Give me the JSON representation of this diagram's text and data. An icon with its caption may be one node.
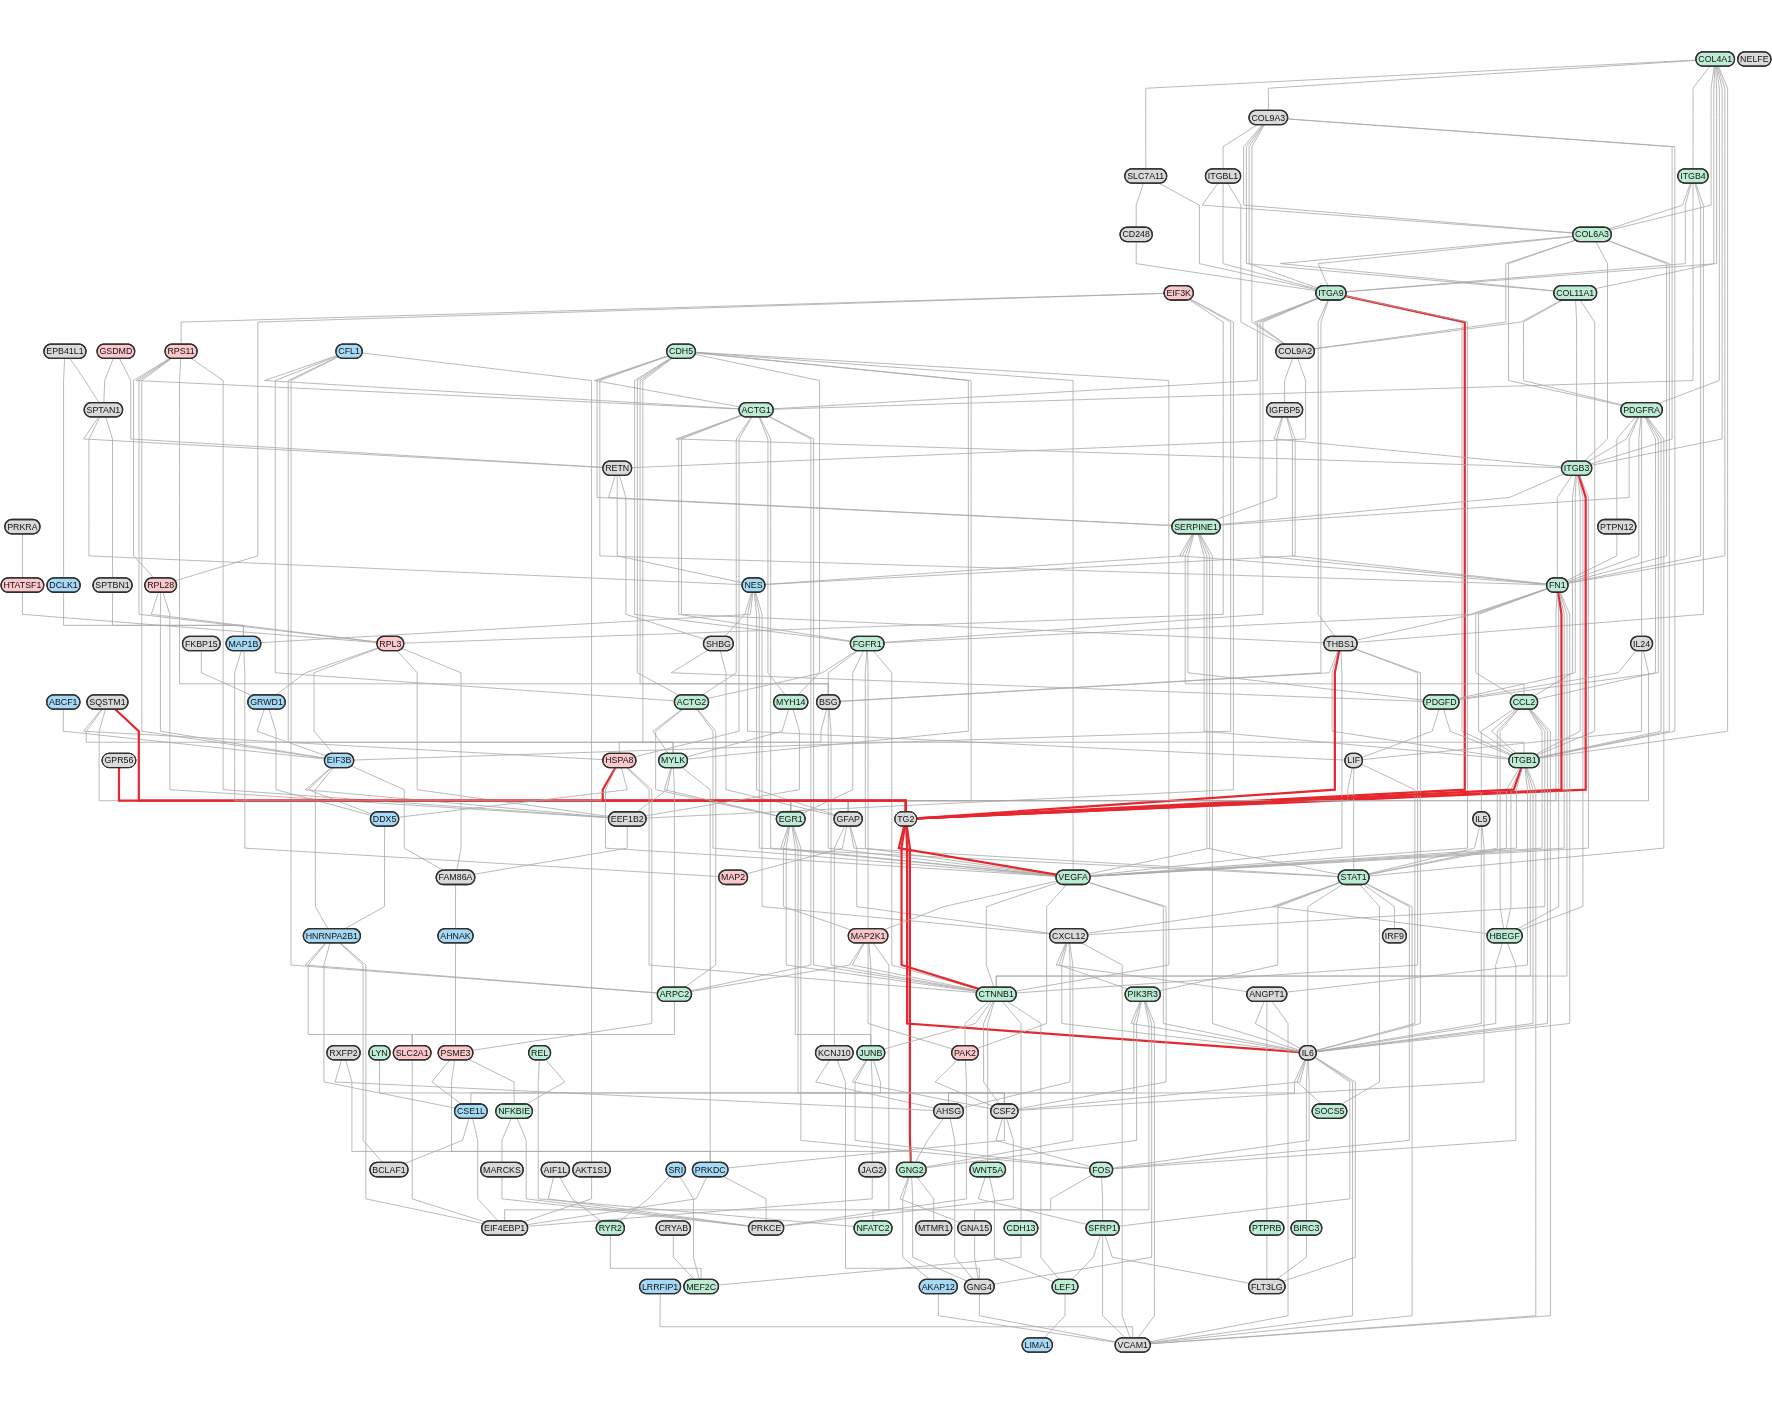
{
  "diagram": {
    "nodes": [
      {
        "text": [
          "COL4A1"
        ]
      },
      {
        "text": [
          "SLC7A11"
        ]
      },
      {
        "text": [
          "COL9A3"
        ]
      },
      {
        "text": [
          "CD248"
        ]
      },
      {
        "text": [
          "PRKRA"
        ]
      },
      {
        "text": [
          "ITGBL1"
        ]
      },
      {
        "text": [
          "EPB41L1"
        ]
      },
      {
        "text": [
          "HTATSF1"
        ]
      },
      {
        "text": [
          "EIF3K"
        ]
      },
      {
        "text": [
          "ITGB4"
        ]
      },
      {
        "text": [
          "COL6A3"
        ]
      },
      {
        "text": [
          "GSDMD"
        ]
      },
      {
        "text": [
          "COL11A1"
        ]
      },
      {
        "text": [
          "ITGA9"
        ]
      },
      {
        "text": [
          "COL9A2"
        ]
      },
      {
        "text": [
          "ABCF1"
        ]
      },
      {
        "text": [
          "RPS11"
        ]
      },
      {
        "text": [
          "CFL1"
        ]
      },
      {
        "text": [
          "PDGFRA"
        ]
      },
      {
        "text": [
          "IGFBP5"
        ]
      },
      {
        "text": [
          "DCLK1"
        ]
      },
      {
        "text": [
          "SPTAN1"
        ]
      },
      {
        "text": [
          "PTPN12"
        ]
      },
      {
        "text": [
          "RETN"
        ]
      },
      {
        "text": [
          "RPL28"
        ]
      },
      {
        "text": [
          "CDH5"
        ]
      },
      {
        "text": [
          "ACTG1"
        ]
      },
      {
        "text": [
          "ITGB3"
        ]
      },
      {
        "text": [
          "SERPINE1"
        ]
      },
      {
        "text": [
          "SQSTM1"
        ]
      },
      {
        "text": [
          "FN1"
        ]
      },
      {
        "text": [
          "FGFR1"
        ]
      },
      {
        "text": [
          "IL24"
        ]
      },
      {
        "text": [
          "NES"
        ]
      },
      {
        "text": [
          "SHBG"
        ]
      },
      {
        "text": [
          "RPL3"
        ]
      },
      {
        "text": [
          "SPTBN1"
        ]
      },
      {
        "text": [
          "FKBP15"
        ]
      },
      {
        "text": [
          "GRWD1"
        ]
      },
      {
        "text": [
          "THBS1"
        ]
      },
      {
        "text": [
          "CCL2"
        ]
      },
      {
        "text": [
          "PDGFD"
        ]
      },
      {
        "text": [
          "ACTG2"
        ]
      },
      {
        "text": [
          "EIF3B"
        ]
      },
      {
        "text": [
          "BSG"
        ]
      },
      {
        "text": [
          "GPR56"
        ]
      },
      {
        "text": [
          "LIF"
        ]
      },
      {
        "text": [
          "MAP1B"
        ]
      },
      {
        "text": [
          "IL5"
        ]
      },
      {
        "text": [
          "ITGB1"
        ]
      },
      {
        "text": [
          "HSPA8"
        ]
      },
      {
        "text": [
          "MYH14"
        ]
      },
      {
        "text": [
          "MYLK"
        ]
      },
      {
        "text": [
          "EGR1"
        ]
      },
      {
        "text": [
          "GFAP"
        ]
      },
      {
        "text": [
          "KCNJ10"
        ]
      },
      {
        "text": [
          "EEF1B2"
        ]
      },
      {
        "text": [
          "MAP2"
        ]
      },
      {
        "text": [
          "STAT1"
        ]
      },
      {
        "text": [
          "HBEGF"
        ]
      },
      {
        "text": [
          "TG2"
        ]
      },
      {
        "text": [
          "VEGFA"
        ]
      },
      {
        "text": [
          "DDX5"
        ]
      },
      {
        "text": [
          "MAP2K1"
        ]
      },
      {
        "text": [
          "CXCL12"
        ]
      },
      {
        "text": [
          "HNRNPA2B1"
        ]
      },
      {
        "text": [
          "ARPC2"
        ]
      },
      {
        "text": [
          "ANGPT1"
        ]
      },
      {
        "text": [
          "FAM86A"
        ]
      },
      {
        "text": [
          "CTNNB1"
        ]
      },
      {
        "text": [
          "PIK3R3"
        ]
      },
      {
        "text": [
          "RXFP2"
        ]
      },
      {
        "text": [
          "PAK2"
        ]
      },
      {
        "text": [
          "IL6"
        ]
      },
      {
        "text": [
          "AHSG"
        ]
      },
      {
        "text": [
          "SOCS5"
        ]
      },
      {
        "text": [
          "LYN"
        ]
      },
      {
        "text": [
          "SLC2A1"
        ]
      },
      {
        "text": [
          "AKT1S1"
        ]
      },
      {
        "text": [
          "PTPRB"
        ]
      },
      {
        "text": [
          "LRRFIP1"
        ]
      },
      {
        "text": [
          "JUNB"
        ]
      },
      {
        "text": [
          "AHNAK"
        ]
      },
      {
        "text": [
          "CSF2"
        ]
      },
      {
        "text": [
          "IRF9"
        ]
      },
      {
        "text": [
          "REL"
        ]
      },
      {
        "text": [
          "GNG2"
        ]
      },
      {
        "text": [
          "GNA15"
        ]
      },
      {
        "text": [
          "CRYAB"
        ]
      },
      {
        "text": [
          "BIRC3"
        ]
      },
      {
        "text": [
          "AKAP12"
        ]
      },
      {
        "text": [
          "FOS"
        ]
      },
      {
        "text": [
          "NFATC2"
        ]
      },
      {
        "text": [
          "NELFE"
        ]
      },
      {
        "text": [
          "JAG2"
        ]
      },
      {
        "text": [
          "WNT5A"
        ]
      },
      {
        "text": [
          "PSME3"
        ]
      },
      {
        "text": [
          "GNG4"
        ]
      },
      {
        "text": [
          "CSE1L"
        ]
      },
      {
        "text": [
          "SFRP1"
        ]
      },
      {
        "text": [
          "BCLAF1"
        ]
      },
      {
        "text": [
          "PRKDC"
        ]
      },
      {
        "text": [
          "MTMR1"
        ]
      },
      {
        "text": [
          "CDH13"
        ]
      },
      {
        "text": [
          "LEF1"
        ]
      },
      {
        "text": [
          "VCAM1"
        ]
      },
      {
        "text": [
          "NFKBIE"
        ]
      },
      {
        "text": [
          "EIF4EBP1"
        ]
      },
      {
        "text": [
          "FLT3LG"
        ]
      },
      {
        "text": [
          "LIMA1"
        ]
      },
      {
        "text": [
          "AIF1L"
        ]
      },
      {
        "text": [
          "MARCKS"
        ]
      },
      {
        "text": [
          "PRKCE"
        ]
      },
      {
        "text": [
          "SRI"
        ]
      },
      {
        "text": [
          "RYR2"
        ]
      },
      {
        "text": [
          "MEF2C"
        ]
      }
    ],
    "edges": [
      {
        "from": 0,
        "to": 1,
        "arrow": "none"
      },
      {
        "from": 0,
        "to": 2,
        "arrow": "none"
      },
      {
        "from": 0,
        "to": 9,
        "arrow": "none"
      },
      {
        "from": 0,
        "to": 10,
        "arrow": "none"
      },
      {
        "from": 0,
        "to": 12,
        "arrow": "none"
      },
      {
        "from": 0,
        "to": 13,
        "arrow": "none"
      },
      {
        "from": 0,
        "to": 18,
        "arrow": "none"
      },
      {
        "from": 0,
        "to": 27,
        "arrow": "none"
      },
      {
        "from": 0,
        "to": 30,
        "arrow": "none"
      },
      {
        "from": 0,
        "to": 49,
        "arrow": "none"
      },
      {
        "from": 1,
        "to": 3,
        "arrow": "none"
      },
      {
        "from": 1,
        "to": 13,
        "arrow": "none"
      },
      {
        "from": 2,
        "to": 5,
        "arrow": "none"
      },
      {
        "from": 2,
        "to": 10,
        "arrow": "none"
      },
      {
        "from": 2,
        "to": 12,
        "arrow": "none"
      },
      {
        "from": 2,
        "to": 13,
        "arrow": "none"
      },
      {
        "from": 2,
        "to": 14,
        "arrow": "none"
      },
      {
        "from": 2,
        "to": 27,
        "arrow": "none"
      },
      {
        "from": 2,
        "to": 49,
        "arrow": "none"
      },
      {
        "from": 3,
        "to": 13,
        "arrow": "none"
      },
      {
        "from": 4,
        "to": 7,
        "arrow": "none"
      },
      {
        "from": 5,
        "to": 10,
        "arrow": "none"
      },
      {
        "from": 5,
        "to": 13,
        "arrow": "none"
      },
      {
        "from": 5,
        "to": 14,
        "arrow": "none"
      },
      {
        "from": 6,
        "to": 20,
        "arrow": "none"
      },
      {
        "from": 6,
        "to": 21,
        "arrow": "none"
      },
      {
        "from": 7,
        "to": 35,
        "arrow": "none"
      },
      {
        "from": 8,
        "to": 16,
        "arrow": "none"
      },
      {
        "from": 8,
        "to": 24,
        "arrow": "none"
      },
      {
        "from": 8,
        "to": 35,
        "arrow": "none"
      },
      {
        "from": 8,
        "to": 43,
        "arrow": "none"
      },
      {
        "from": 8,
        "to": 56,
        "arrow": "none"
      },
      {
        "from": 9,
        "to": 10,
        "arrow": "none"
      },
      {
        "from": 9,
        "to": 13,
        "arrow": "none"
      },
      {
        "from": 9,
        "to": 26,
        "arrow": "none"
      },
      {
        "from": 9,
        "to": 30,
        "arrow": "none"
      },
      {
        "from": 9,
        "to": 39,
        "arrow": "none"
      },
      {
        "from": 10,
        "to": 12,
        "arrow": "none"
      },
      {
        "from": 10,
        "to": 13,
        "arrow": "none"
      },
      {
        "from": 10,
        "to": 14,
        "arrow": "none"
      },
      {
        "from": 10,
        "to": 18,
        "arrow": "none"
      },
      {
        "from": 10,
        "to": 27,
        "arrow": "none"
      },
      {
        "from": 10,
        "to": 30,
        "arrow": "none"
      },
      {
        "from": 10,
        "to": 49,
        "arrow": "none"
      },
      {
        "from": 11,
        "to": 21,
        "arrow": "none"
      },
      {
        "from": 11,
        "to": 23,
        "arrow": "none"
      },
      {
        "from": 12,
        "to": 14,
        "arrow": "none"
      },
      {
        "from": 12,
        "to": 18,
        "arrow": "none"
      },
      {
        "from": 12,
        "to": 27,
        "arrow": "none"
      },
      {
        "from": 12,
        "to": 49,
        "arrow": "none"
      },
      {
        "from": 13,
        "to": 14,
        "arrow": "none"
      },
      {
        "from": 13,
        "to": 26,
        "arrow": "none"
      },
      {
        "from": 13,
        "to": 30,
        "arrow": "none"
      },
      {
        "from": 13,
        "to": 31,
        "arrow": "none"
      },
      {
        "from": 13,
        "to": 39,
        "arrow": "none"
      },
      {
        "from": 13,
        "to": 44,
        "arrow": "none"
      },
      {
        "from": 13,
        "to": 49,
        "arrow": "none"
      },
      {
        "from": 13,
        "to": 60,
        "arrow": "none",
        "color": "#e8262e"
      },
      {
        "from": 13,
        "to": 61,
        "arrow": "none"
      },
      {
        "from": 14,
        "to": 19,
        "arrow": "none"
      },
      {
        "from": 14,
        "to": 23,
        "arrow": "none"
      },
      {
        "from": 15,
        "to": 43,
        "arrow": "none"
      },
      {
        "from": 16,
        "to": 24,
        "arrow": "none"
      },
      {
        "from": 16,
        "to": 26,
        "arrow": "none"
      },
      {
        "from": 16,
        "to": 35,
        "arrow": "none"
      },
      {
        "from": 16,
        "to": 43,
        "arrow": "none"
      },
      {
        "from": 16,
        "to": 44,
        "arrow": "none"
      },
      {
        "from": 16,
        "to": 56,
        "arrow": "none"
      },
      {
        "from": 17,
        "to": 26,
        "arrow": "none"
      },
      {
        "from": 17,
        "to": 42,
        "arrow": "none"
      },
      {
        "from": 17,
        "to": 52,
        "arrow": "none"
      },
      {
        "from": 17,
        "to": 66,
        "arrow": "none"
      },
      {
        "from": 17,
        "to": 78,
        "arrow": "none"
      },
      {
        "from": 18,
        "to": 22,
        "arrow": "none"
      },
      {
        "from": 18,
        "to": 27,
        "arrow": "none"
      },
      {
        "from": 18,
        "to": 28,
        "arrow": "none"
      },
      {
        "from": 18,
        "to": 30,
        "arrow": "none"
      },
      {
        "from": 18,
        "to": 32,
        "arrow": "none"
      },
      {
        "from": 18,
        "to": 40,
        "arrow": "none"
      },
      {
        "from": 18,
        "to": 41,
        "arrow": "none"
      },
      {
        "from": 18,
        "to": 49,
        "arrow": "none"
      },
      {
        "from": 18,
        "to": 58,
        "arrow": "none"
      },
      {
        "from": 19,
        "to": 27,
        "arrow": "none"
      },
      {
        "from": 19,
        "to": 28,
        "arrow": "none"
      },
      {
        "from": 19,
        "to": 30,
        "arrow": "none"
      },
      {
        "from": 19,
        "to": 33,
        "arrow": "none"
      },
      {
        "from": 20,
        "to": 47,
        "arrow": "none"
      },
      {
        "from": 21,
        "to": 23,
        "arrow": "none"
      },
      {
        "from": 21,
        "to": 33,
        "arrow": "none"
      },
      {
        "from": 21,
        "to": 36,
        "arrow": "none"
      },
      {
        "from": 22,
        "to": 30,
        "arrow": "none"
      },
      {
        "from": 23,
        "to": 28,
        "arrow": "none"
      },
      {
        "from": 23,
        "to": 33,
        "arrow": "none"
      },
      {
        "from": 23,
        "to": 34,
        "arrow": "none"
      },
      {
        "from": 24,
        "to": 35,
        "arrow": "none"
      },
      {
        "from": 24,
        "to": 43,
        "arrow": "none"
      },
      {
        "from": 24,
        "to": 56,
        "arrow": "none"
      },
      {
        "from": 25,
        "to": 26,
        "arrow": "none"
      },
      {
        "from": 25,
        "to": 28,
        "arrow": "none"
      },
      {
        "from": 25,
        "to": 30,
        "arrow": "none"
      },
      {
        "from": 25,
        "to": 31,
        "arrow": "none"
      },
      {
        "from": 25,
        "to": 42,
        "arrow": "none"
      },
      {
        "from": 25,
        "to": 44,
        "arrow": "none"
      },
      {
        "from": 25,
        "to": 49,
        "arrow": "none"
      },
      {
        "from": 25,
        "to": 51,
        "arrow": "none"
      },
      {
        "from": 25,
        "to": 52,
        "arrow": "none"
      },
      {
        "from": 25,
        "to": 53,
        "arrow": "none"
      },
      {
        "from": 25,
        "to": 61,
        "arrow": "none"
      },
      {
        "from": 25,
        "to": 69,
        "arrow": "none"
      },
      {
        "from": 26,
        "to": 27,
        "arrow": "none"
      },
      {
        "from": 26,
        "to": 31,
        "arrow": "none"
      },
      {
        "from": 26,
        "to": 39,
        "arrow": "none"
      },
      {
        "from": 26,
        "to": 42,
        "arrow": "none"
      },
      {
        "from": 26,
        "to": 50,
        "arrow": "none"
      },
      {
        "from": 26,
        "to": 51,
        "arrow": "none"
      },
      {
        "from": 26,
        "to": 61,
        "arrow": "none"
      },
      {
        "from": 26,
        "to": 66,
        "arrow": "none"
      },
      {
        "from": 26,
        "to": 69,
        "arrow": "none"
      },
      {
        "from": 27,
        "to": 28,
        "arrow": "none"
      },
      {
        "from": 27,
        "to": 30,
        "arrow": "none"
      },
      {
        "from": 27,
        "to": 40,
        "arrow": "none"
      },
      {
        "from": 27,
        "to": 41,
        "arrow": "none"
      },
      {
        "from": 27,
        "to": 49,
        "arrow": "none"
      },
      {
        "from": 27,
        "to": 59,
        "arrow": "none"
      },
      {
        "from": 27,
        "to": 60,
        "arrow": "none",
        "color": "#e8262e"
      },
      {
        "from": 27,
        "to": 61,
        "arrow": "none"
      },
      {
        "from": 28,
        "to": 30,
        "arrow": "none"
      },
      {
        "from": 28,
        "to": 33,
        "arrow": "none"
      },
      {
        "from": 28,
        "to": 40,
        "arrow": "none"
      },
      {
        "from": 28,
        "to": 41,
        "arrow": "none"
      },
      {
        "from": 28,
        "to": 49,
        "arrow": "none"
      },
      {
        "from": 28,
        "to": 58,
        "arrow": "none"
      },
      {
        "from": 28,
        "to": 61,
        "arrow": "none"
      },
      {
        "from": 28,
        "to": 73,
        "arrow": "none"
      },
      {
        "from": 29,
        "to": 50,
        "arrow": "none"
      },
      {
        "from": 29,
        "to": 52,
        "arrow": "none"
      },
      {
        "from": 29,
        "to": 53,
        "arrow": "none"
      },
      {
        "from": 29,
        "to": 60,
        "arrow": "none",
        "color": "#e8262e"
      },
      {
        "from": 30,
        "to": 31,
        "arrow": "none"
      },
      {
        "from": 30,
        "to": 39,
        "arrow": "none"
      },
      {
        "from": 30,
        "to": 40,
        "arrow": "none"
      },
      {
        "from": 30,
        "to": 49,
        "arrow": "none"
      },
      {
        "from": 30,
        "to": 53,
        "arrow": "none"
      },
      {
        "from": 30,
        "to": 59,
        "arrow": "none"
      },
      {
        "from": 30,
        "to": 60,
        "arrow": "none",
        "color": "#e8262e"
      },
      {
        "from": 30,
        "to": 61,
        "arrow": "none"
      },
      {
        "from": 30,
        "to": 69,
        "arrow": "none"
      },
      {
        "from": 30,
        "to": 73,
        "arrow": "none"
      },
      {
        "from": 31,
        "to": 42,
        "arrow": "none"
      },
      {
        "from": 31,
        "to": 44,
        "arrow": "none"
      },
      {
        "from": 31,
        "to": 53,
        "arrow": "none"
      },
      {
        "from": 31,
        "to": 61,
        "arrow": "none"
      },
      {
        "from": 31,
        "to": 63,
        "arrow": "none"
      },
      {
        "from": 31,
        "to": 69,
        "arrow": "none"
      },
      {
        "from": 32,
        "to": 41,
        "arrow": "none"
      },
      {
        "from": 32,
        "to": 46,
        "arrow": "none"
      },
      {
        "from": 32,
        "to": 54,
        "arrow": "none"
      },
      {
        "from": 33,
        "to": 34,
        "arrow": "none"
      },
      {
        "from": 33,
        "to": 46,
        "arrow": "none"
      },
      {
        "from": 33,
        "to": 47,
        "arrow": "none"
      },
      {
        "from": 33,
        "to": 54,
        "arrow": "none"
      },
      {
        "from": 33,
        "to": 58,
        "arrow": "none"
      },
      {
        "from": 33,
        "to": 64,
        "arrow": "none"
      },
      {
        "from": 34,
        "to": 41,
        "arrow": "none"
      },
      {
        "from": 34,
        "to": 54,
        "arrow": "none"
      },
      {
        "from": 35,
        "to": 38,
        "arrow": "none"
      },
      {
        "from": 35,
        "to": 43,
        "arrow": "none"
      },
      {
        "from": 35,
        "to": 56,
        "arrow": "none"
      },
      {
        "from": 35,
        "to": 68,
        "arrow": "none"
      },
      {
        "from": 36,
        "to": 47,
        "arrow": "none"
      },
      {
        "from": 37,
        "to": 38,
        "arrow": "none"
      },
      {
        "from": 38,
        "to": 43,
        "arrow": "none"
      },
      {
        "from": 38,
        "to": 62,
        "arrow": "none"
      },
      {
        "from": 39,
        "to": 44,
        "arrow": "none"
      },
      {
        "from": 39,
        "to": 49,
        "arrow": "none"
      },
      {
        "from": 39,
        "to": 60,
        "arrow": "none",
        "color": "#e8262e"
      },
      {
        "from": 39,
        "to": 61,
        "arrow": "none"
      },
      {
        "from": 39,
        "to": 69,
        "arrow": "none"
      },
      {
        "from": 39,
        "to": 73,
        "arrow": "none"
      },
      {
        "from": 40,
        "to": 48,
        "arrow": "none"
      },
      {
        "from": 40,
        "to": 49,
        "arrow": "none"
      },
      {
        "from": 40,
        "to": 58,
        "arrow": "none"
      },
      {
        "from": 40,
        "to": 59,
        "arrow": "none"
      },
      {
        "from": 40,
        "to": 61,
        "arrow": "none"
      },
      {
        "from": 40,
        "to": 64,
        "arrow": "none"
      },
      {
        "from": 40,
        "to": 73,
        "arrow": "none"
      },
      {
        "from": 40,
        "to": 105,
        "arrow": "none"
      },
      {
        "from": 41,
        "to": 46,
        "arrow": "none"
      },
      {
        "from": 41,
        "to": 49,
        "arrow": "none"
      },
      {
        "from": 42,
        "to": 52,
        "arrow": "none"
      },
      {
        "from": 42,
        "to": 53,
        "arrow": "none"
      },
      {
        "from": 42,
        "to": 61,
        "arrow": "none"
      },
      {
        "from": 42,
        "to": 66,
        "arrow": "none"
      },
      {
        "from": 43,
        "to": 56,
        "arrow": "none"
      },
      {
        "from": 43,
        "to": 62,
        "arrow": "none"
      },
      {
        "from": 43,
        "to": 65,
        "arrow": "none"
      },
      {
        "from": 43,
        "to": 68,
        "arrow": "none"
      },
      {
        "from": 44,
        "to": 50,
        "arrow": "none"
      },
      {
        "from": 44,
        "to": 61,
        "arrow": "none"
      },
      {
        "from": 44,
        "to": 69,
        "arrow": "none"
      },
      {
        "from": 45,
        "to": 60,
        "arrow": "none",
        "color": "#e8262e"
      },
      {
        "from": 46,
        "to": 54,
        "arrow": "none"
      },
      {
        "from": 46,
        "to": 58,
        "arrow": "none"
      },
      {
        "from": 46,
        "to": 73,
        "arrow": "none"
      },
      {
        "from": 47,
        "to": 54,
        "arrow": "none"
      },
      {
        "from": 47,
        "to": 57,
        "arrow": "none"
      },
      {
        "from": 48,
        "to": 58,
        "arrow": "none"
      },
      {
        "from": 48,
        "to": 73,
        "arrow": "none"
      },
      {
        "from": 48,
        "to": 83,
        "arrow": "none"
      },
      {
        "from": 49,
        "to": 58,
        "arrow": "none"
      },
      {
        "from": 49,
        "to": 59,
        "arrow": "none"
      },
      {
        "from": 49,
        "to": 60,
        "arrow": "none",
        "color": "#e8262e"
      },
      {
        "from": 49,
        "to": 61,
        "arrow": "none"
      },
      {
        "from": 49,
        "to": 67,
        "arrow": "none"
      },
      {
        "from": 49,
        "to": 69,
        "arrow": "none"
      },
      {
        "from": 49,
        "to": 73,
        "arrow": "none"
      },
      {
        "from": 49,
        "to": 105,
        "arrow": "none"
      },
      {
        "from": 50,
        "to": 60,
        "arrow": "none",
        "color": "#e8262e"
      },
      {
        "from": 50,
        "to": 61,
        "arrow": "none"
      },
      {
        "from": 50,
        "to": 62,
        "arrow": "none"
      },
      {
        "from": 50,
        "to": 69,
        "arrow": "none"
      },
      {
        "from": 50,
        "to": 96,
        "arrow": "none"
      },
      {
        "from": 51,
        "to": 52,
        "arrow": "none"
      },
      {
        "from": 51,
        "to": 56,
        "arrow": "none"
      },
      {
        "from": 52,
        "to": 53,
        "arrow": "none"
      },
      {
        "from": 52,
        "to": 56,
        "arrow": "none"
      },
      {
        "from": 52,
        "to": 66,
        "arrow": "none"
      },
      {
        "from": 52,
        "to": 101,
        "arrow": "none"
      },
      {
        "from": 53,
        "to": 61,
        "arrow": "none"
      },
      {
        "from": 53,
        "to": 63,
        "arrow": "none"
      },
      {
        "from": 53,
        "to": 69,
        "arrow": "none"
      },
      {
        "from": 53,
        "to": 81,
        "arrow": "none"
      },
      {
        "from": 53,
        "to": 83,
        "arrow": "none"
      },
      {
        "from": 53,
        "to": 91,
        "arrow": "none"
      },
      {
        "from": 54,
        "to": 55,
        "arrow": "none"
      },
      {
        "from": 54,
        "to": 57,
        "arrow": "none"
      },
      {
        "from": 54,
        "to": 58,
        "arrow": "none"
      },
      {
        "from": 54,
        "to": 64,
        "arrow": "none"
      },
      {
        "from": 55,
        "to": 74,
        "arrow": "none"
      },
      {
        "from": 55,
        "to": 97,
        "arrow": "none"
      },
      {
        "from": 56,
        "to": 68,
        "arrow": "none"
      },
      {
        "from": 58,
        "to": 59,
        "arrow": "none"
      },
      {
        "from": 58,
        "to": 64,
        "arrow": "none"
      },
      {
        "from": 58,
        "to": 70,
        "arrow": "none"
      },
      {
        "from": 58,
        "to": 73,
        "arrow": "none"
      },
      {
        "from": 58,
        "to": 75,
        "arrow": "none"
      },
      {
        "from": 58,
        "to": 84,
        "arrow": "none"
      },
      {
        "from": 58,
        "to": 91,
        "arrow": "none"
      },
      {
        "from": 58,
        "to": 105,
        "arrow": "none"
      },
      {
        "from": 59,
        "to": 73,
        "arrow": "none"
      },
      {
        "from": 59,
        "to": 91,
        "arrow": "none"
      },
      {
        "from": 60,
        "to": 61,
        "arrow": "none",
        "color": "#e8262e"
      },
      {
        "from": 60,
        "to": 69,
        "arrow": "none",
        "color": "#e8262e"
      },
      {
        "from": 60,
        "to": 73,
        "arrow": "none",
        "color": "#e8262e"
      },
      {
        "from": 60,
        "to": 86,
        "arrow": "none",
        "color": "#e8262e"
      },
      {
        "from": 61,
        "to": 63,
        "arrow": "none"
      },
      {
        "from": 61,
        "to": 69,
        "arrow": "none"
      },
      {
        "from": 61,
        "to": 72,
        "arrow": "none"
      },
      {
        "from": 61,
        "to": 73,
        "arrow": "none"
      },
      {
        "from": 61,
        "to": 83,
        "arrow": "none"
      },
      {
        "from": 62,
        "to": 65,
        "arrow": "none"
      },
      {
        "from": 63,
        "to": 66,
        "arrow": "none"
      },
      {
        "from": 63,
        "to": 69,
        "arrow": "none"
      },
      {
        "from": 63,
        "to": 72,
        "arrow": "none"
      },
      {
        "from": 63,
        "to": 81,
        "arrow": "none"
      },
      {
        "from": 63,
        "to": 107,
        "arrow": "none"
      },
      {
        "from": 64,
        "to": 67,
        "arrow": "none"
      },
      {
        "from": 64,
        "to": 70,
        "arrow": "none"
      },
      {
        "from": 64,
        "to": 73,
        "arrow": "none"
      },
      {
        "from": 64,
        "to": 74,
        "arrow": "none"
      },
      {
        "from": 64,
        "to": 86,
        "arrow": "none"
      },
      {
        "from": 64,
        "to": 105,
        "arrow": "none"
      },
      {
        "from": 65,
        "to": 66,
        "arrow": "none"
      },
      {
        "from": 65,
        "to": 77,
        "arrow": "none"
      },
      {
        "from": 65,
        "to": 98,
        "arrow": "none"
      },
      {
        "from": 65,
        "to": 100,
        "arrow": "none"
      },
      {
        "from": 65,
        "to": 107,
        "arrow": "none"
      },
      {
        "from": 66,
        "to": 77,
        "arrow": "none"
      },
      {
        "from": 67,
        "to": 73,
        "arrow": "none"
      },
      {
        "from": 67,
        "to": 79,
        "arrow": "none"
      },
      {
        "from": 67,
        "to": 105,
        "arrow": "none"
      },
      {
        "from": 68,
        "to": 82,
        "arrow": "none"
      },
      {
        "from": 69,
        "to": 72,
        "arrow": "none"
      },
      {
        "from": 69,
        "to": 81,
        "arrow": "none"
      },
      {
        "from": 69,
        "to": 83,
        "arrow": "none"
      },
      {
        "from": 69,
        "to": 95,
        "arrow": "none"
      },
      {
        "from": 69,
        "to": 103,
        "arrow": "none"
      },
      {
        "from": 69,
        "to": 104,
        "arrow": "none"
      },
      {
        "from": 70,
        "to": 73,
        "arrow": "none"
      },
      {
        "from": 70,
        "to": 74,
        "arrow": "none"
      },
      {
        "from": 70,
        "to": 86,
        "arrow": "none"
      },
      {
        "from": 70,
        "to": 87,
        "arrow": "none"
      },
      {
        "from": 70,
        "to": 97,
        "arrow": "none"
      },
      {
        "from": 70,
        "to": 105,
        "arrow": "none"
      },
      {
        "from": 71,
        "to": 74,
        "arrow": "none"
      },
      {
        "from": 71,
        "to": 86,
        "arrow": "none"
      },
      {
        "from": 72,
        "to": 83,
        "arrow": "none"
      },
      {
        "from": 72,
        "to": 112,
        "arrow": "none"
      },
      {
        "from": 73,
        "to": 74,
        "arrow": "none"
      },
      {
        "from": 73,
        "to": 75,
        "arrow": "none"
      },
      {
        "from": 73,
        "to": 83,
        "arrow": "none"
      },
      {
        "from": 73,
        "to": 89,
        "arrow": "none"
      },
      {
        "from": 73,
        "to": 91,
        "arrow": "none"
      },
      {
        "from": 73,
        "to": 99,
        "arrow": "none"
      },
      {
        "from": 73,
        "to": 105,
        "arrow": "none"
      },
      {
        "from": 73,
        "to": 108,
        "arrow": "none"
      },
      {
        "from": 74,
        "to": 86,
        "arrow": "none"
      },
      {
        "from": 74,
        "to": 97,
        "arrow": "none"
      },
      {
        "from": 76,
        "to": 83,
        "arrow": "none"
      },
      {
        "from": 77,
        "to": 107,
        "arrow": "none"
      },
      {
        "from": 78,
        "to": 107,
        "arrow": "none"
      },
      {
        "from": 79,
        "to": 108,
        "arrow": "none"
      },
      {
        "from": 80,
        "to": 105,
        "arrow": "none"
      },
      {
        "from": 81,
        "to": 83,
        "arrow": "none"
      },
      {
        "from": 81,
        "to": 91,
        "arrow": "none"
      },
      {
        "from": 81,
        "to": 94,
        "arrow": "none"
      },
      {
        "from": 81,
        "to": 98,
        "arrow": "none"
      },
      {
        "from": 82,
        "to": 96,
        "arrow": "none"
      },
      {
        "from": 83,
        "to": 91,
        "arrow": "none"
      },
      {
        "from": 83,
        "to": 101,
        "arrow": "none"
      },
      {
        "from": 83,
        "to": 112,
        "arrow": "none"
      },
      {
        "from": 85,
        "to": 92,
        "arrow": "none"
      },
      {
        "from": 85,
        "to": 106,
        "arrow": "none"
      },
      {
        "from": 86,
        "to": 87,
        "arrow": "none"
      },
      {
        "from": 86,
        "to": 90,
        "arrow": "none"
      },
      {
        "from": 86,
        "to": 97,
        "arrow": "none"
      },
      {
        "from": 86,
        "to": 102,
        "arrow": "none"
      },
      {
        "from": 87,
        "to": 97,
        "arrow": "none"
      },
      {
        "from": 88,
        "to": 115,
        "arrow": "none"
      },
      {
        "from": 89,
        "to": 108,
        "arrow": "none"
      },
      {
        "from": 90,
        "to": 105,
        "arrow": "none"
      },
      {
        "from": 91,
        "to": 92,
        "arrow": "none"
      },
      {
        "from": 91,
        "to": 99,
        "arrow": "none"
      },
      {
        "from": 94,
        "to": 107,
        "arrow": "none"
      },
      {
        "from": 95,
        "to": 99,
        "arrow": "none"
      },
      {
        "from": 95,
        "to": 104,
        "arrow": "none"
      },
      {
        "from": 96,
        "to": 98,
        "arrow": "none"
      },
      {
        "from": 96,
        "to": 101,
        "arrow": "none"
      },
      {
        "from": 96,
        "to": 106,
        "arrow": "none"
      },
      {
        "from": 97,
        "to": 105,
        "arrow": "none"
      },
      {
        "from": 98,
        "to": 100,
        "arrow": "none"
      },
      {
        "from": 98,
        "to": 107,
        "arrow": "none"
      },
      {
        "from": 99,
        "to": 104,
        "arrow": "none"
      },
      {
        "from": 99,
        "to": 105,
        "arrow": "none"
      },
      {
        "from": 99,
        "to": 108,
        "arrow": "none"
      },
      {
        "from": 101,
        "to": 107,
        "arrow": "none"
      },
      {
        "from": 101,
        "to": 112,
        "arrow": "none"
      },
      {
        "from": 103,
        "to": 115,
        "arrow": "none"
      },
      {
        "from": 104,
        "to": 109,
        "arrow": "none"
      },
      {
        "from": 106,
        "to": 111,
        "arrow": "none"
      },
      {
        "from": 106,
        "to": 112,
        "arrow": "none"
      },
      {
        "from": 110,
        "to": 112,
        "arrow": "none"
      },
      {
        "from": 110,
        "to": 114,
        "arrow": "none"
      },
      {
        "from": 111,
        "to": 112,
        "arrow": "none"
      },
      {
        "from": 113,
        "to": 114,
        "arrow": "none"
      },
      {
        "from": 113,
        "to": 115,
        "arrow": "none"
      },
      {
        "from": 114,
        "to": 115,
        "arrow": "none"
      }
    ]
  }
}
